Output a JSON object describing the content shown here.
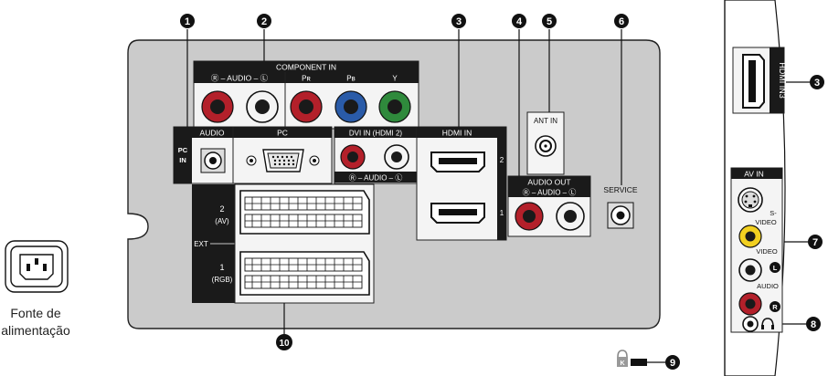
{
  "colors": {
    "panel": "#c9c9c9",
    "label_bar": "#1a1a1a",
    "label_text": "#ffffff",
    "callout": "#111111",
    "jack_red": "#b3202a",
    "jack_green": "#2f8a3c",
    "jack_blue": "#2a5ba8"
  },
  "icons": {
    "power": "power-socket-icon",
    "lock": "kensington-lock-icon",
    "headphone": "headphone-icon"
  },
  "callouts": [
    "1",
    "2",
    "3",
    "4",
    "5",
    "6",
    "7",
    "8",
    "9",
    "10"
  ],
  "labels": {
    "component_in": "COMPONENT IN",
    "audio_lr": "Ⓡ – AUDIO – Ⓛ",
    "pr": "Pʀ",
    "pb": "Pʙ",
    "y": "Y",
    "pc_in": "PC IN",
    "audio": "AUDIO",
    "pc": "PC",
    "dvi_in": "DVI IN (HDMI 2)",
    "hdmi_in": "HDMI IN",
    "hdmi_2": "2",
    "hdmi_1": "1",
    "ant_in": "ANT IN",
    "audio_out": "AUDIO OUT",
    "service": "SERVICE",
    "ext": "EXT",
    "ext_2": "2",
    "ext_2_sub": "(AV)",
    "ext_1": "1",
    "ext_1_sub": "(RGB)",
    "hdmi_in3": "HDMI IN3",
    "av_in": "AV IN",
    "s_video": "S-VIDEO",
    "video": "VIDEO",
    "audio_side": "AUDIO",
    "l": "L",
    "r": "R",
    "power_line1": "Fonte de",
    "power_line2": "alimentação"
  }
}
